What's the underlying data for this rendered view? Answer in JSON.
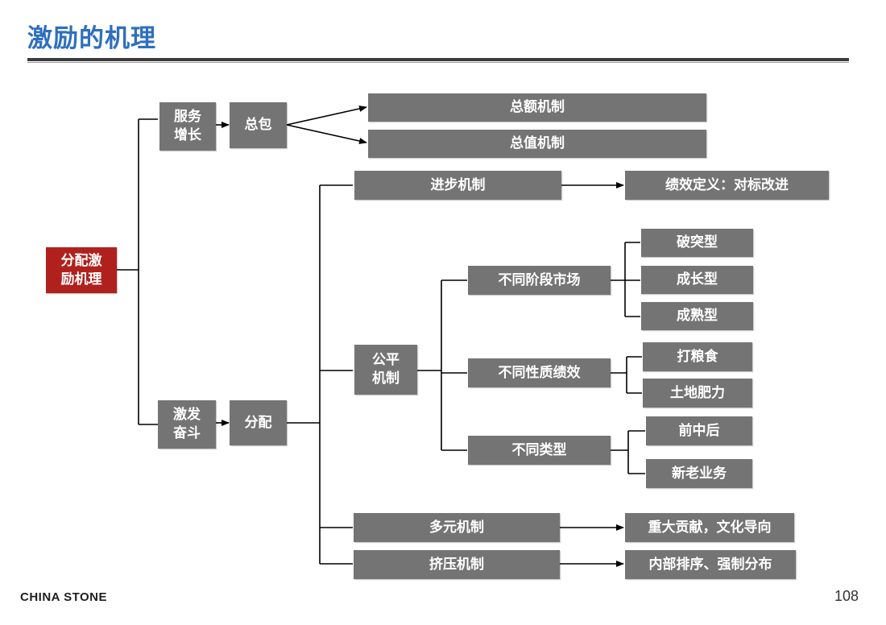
{
  "header": {
    "title": "激励的机理"
  },
  "diagram": {
    "root": "分配激\n励机理",
    "branch_service": "服务\n增长",
    "total_pack": "总包",
    "total_amount": "总额机制",
    "total_value": "总值机制",
    "branch_motivate": "激发\n奋斗",
    "distribution": "分配",
    "progress": "进步机制",
    "performance_def": "绩效定义：对标改进",
    "fairness": "公平\n机制",
    "stage_market": "不同阶段市场",
    "breakthrough": "破突型",
    "growth_type": "成长型",
    "mature_type": "成熟型",
    "perf_nature": "不同性质绩效",
    "grain": "打粮食",
    "soil": "土地肥力",
    "diff_types": "不同类型",
    "front_mid_back": "前中后",
    "new_old_business": "新老业务",
    "diversified": "多元机制",
    "major_contribution": "重大贡献，文化导向",
    "squeeze": "挤压机制",
    "internal_ranking": "内部排序、强制分布"
  },
  "footer": {
    "logo": "CHINA STONE",
    "page_number": "108"
  },
  "colors": {
    "title": "#2e6fbf",
    "box": "#747474",
    "root": "#b0211d",
    "line": "#000000"
  }
}
